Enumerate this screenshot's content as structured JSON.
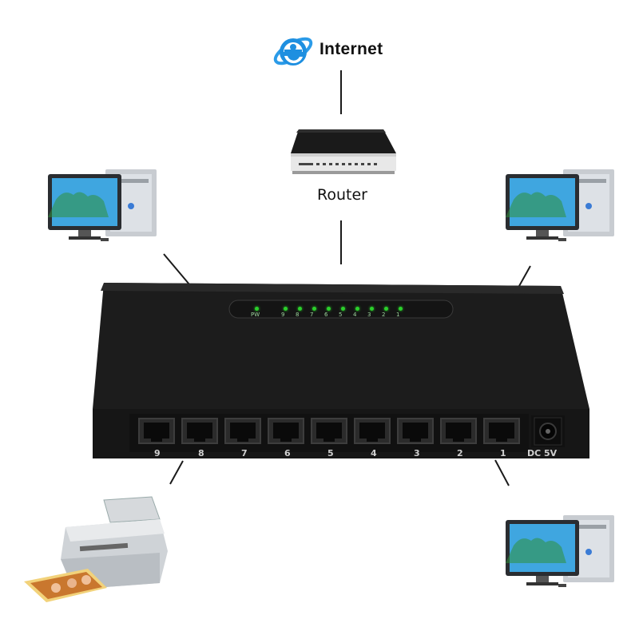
{
  "internet": {
    "label": "Internet",
    "icon": "internet-explorer-icon"
  },
  "router": {
    "label": "Router"
  },
  "switch": {
    "leds": {
      "power_label": "PW",
      "port_labels": [
        "9",
        "8",
        "7",
        "6",
        "5",
        "4",
        "3",
        "2",
        "1"
      ],
      "led_color": "#2bd02b"
    },
    "ports": [
      "9",
      "8",
      "7",
      "6",
      "5",
      "4",
      "3",
      "2",
      "1"
    ],
    "power_jack_label": "DC 5V"
  },
  "devices": [
    "desktop-computer",
    "desktop-computer",
    "desktop-computer",
    "printer"
  ],
  "colors": {
    "switch_body": "#1b1b1b",
    "ie_blue": "#1e8fe0",
    "connector_line": "#1a1a1a"
  }
}
